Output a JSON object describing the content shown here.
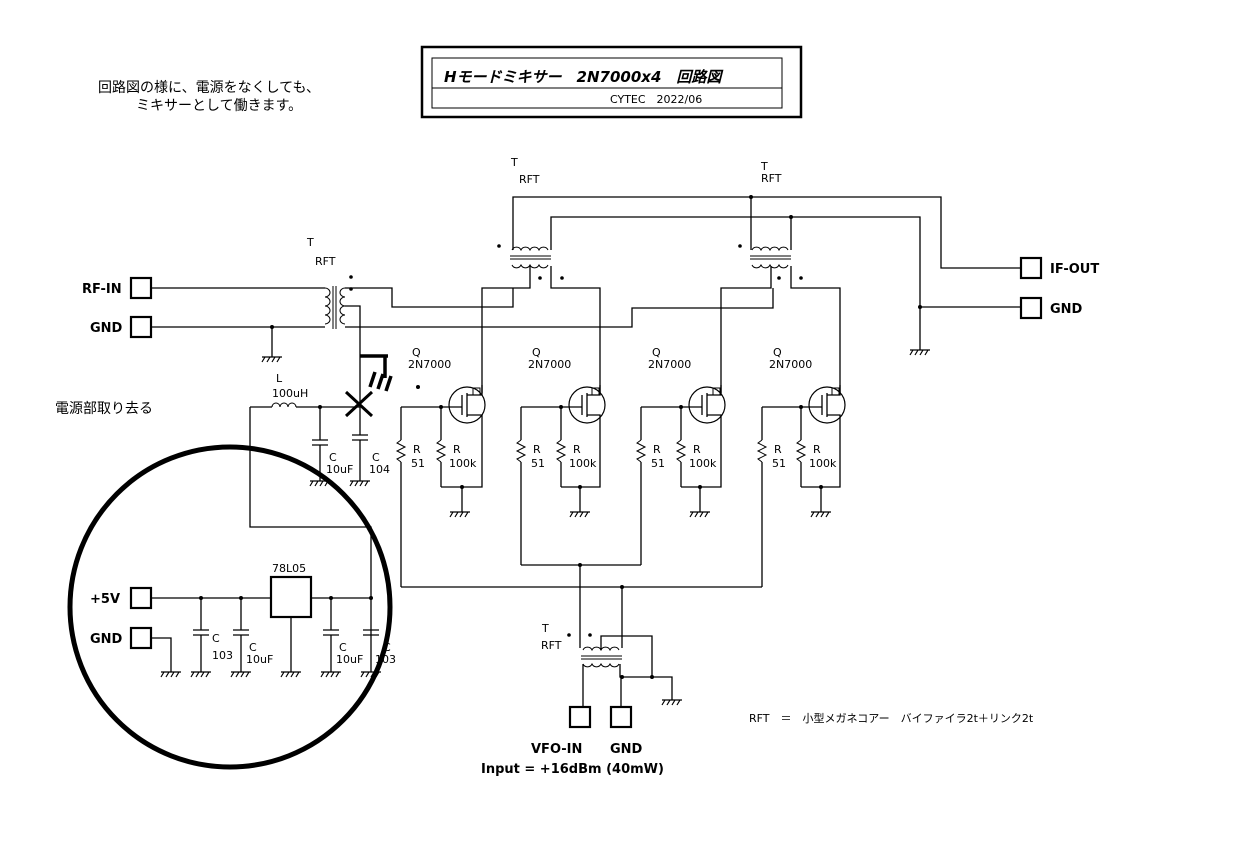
{
  "title_block": {
    "title": "Hモードミキサー　2N7000x4　回路図",
    "subtitle": "CYTEC　2022/06"
  },
  "note_top_line1": "回路図の様に、電源をなくしても、",
  "note_top_line2": "ミキサーとして働きます。",
  "note_remove": "電源部取り去る",
  "terminals": {
    "rf_in": "RF-IN",
    "gnd_in": "GND",
    "if_out": "IF-OUT",
    "gnd_out": "GND",
    "vfo_in": "VFO-IN",
    "gnd_vfo": "GND",
    "p5v": "+5V",
    "gnd_pwr": "GND"
  },
  "input_note": "Input = +16dBm (40mW)",
  "rft_note": "RFT　＝　小型メガネコアー　バイファイラ2t＋リンク2t",
  "regulator": "78L05",
  "ref": {
    "t": "T",
    "rft": "RFT",
    "q": "Q",
    "c": "C",
    "r": "R",
    "l": "L"
  },
  "values": {
    "mosfet": "2N7000",
    "r51": "51",
    "r100k": "100k",
    "c10uf": "10uF",
    "c103": "103",
    "c104": "104",
    "l100uh": "100uH"
  },
  "colors": {
    "ink": "#000000",
    "paper": "#ffffff"
  }
}
